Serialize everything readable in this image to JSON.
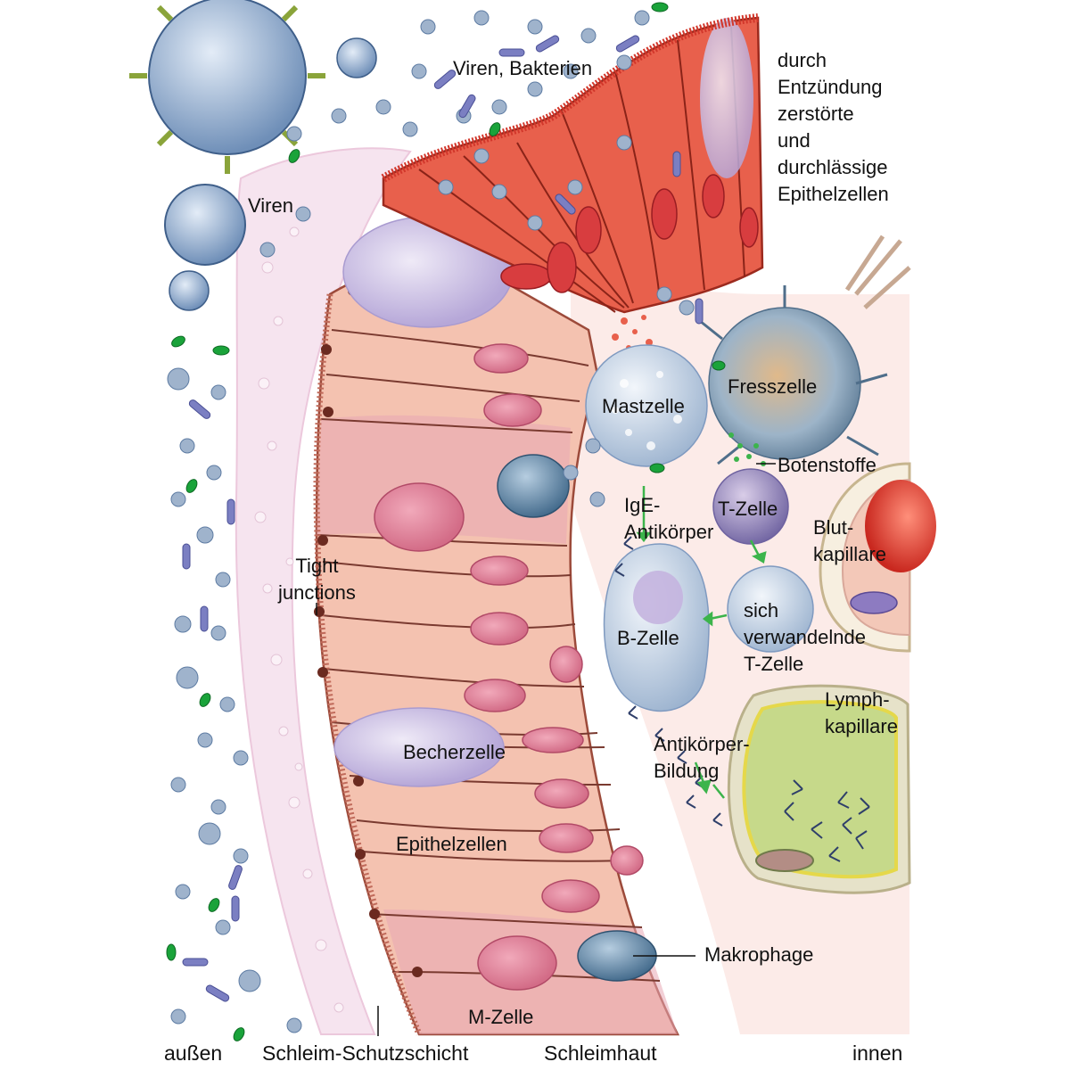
{
  "labels": {
    "viren_bakterien": "Viren, Bakterien",
    "viren": "Viren",
    "zerstoerte": "durch\nEntzündung\nzerstörte\nund\ndurchlässige\nEpithelzellen",
    "mastzelle": "Mastzelle",
    "fresszelle": "Fresszelle",
    "botenstoffe": "Botenstoffe",
    "ige": "IgE-\nAntikörper",
    "tzelle": "T-Zelle",
    "blutkapillare": "Blut-\nkapillare",
    "tight_junctions": "Tight\njunctions",
    "sich_verwandelnde": "sich\nverwandelnde\nT-Zelle",
    "bzelle": "B-Zelle",
    "lymphkapillare": "Lymph-\nkapillare",
    "becherzelle": "Becherzelle",
    "antikoerper_bildung": "Antikörper-\nBildung",
    "epithelzellen": "Epithelzellen",
    "makrophage": "Makrophage",
    "mzelle": "M-Zelle"
  },
  "bottom": {
    "aussen": "außen",
    "schleim": "Schleim-Schutzschicht",
    "schleimhaut": "Schleimhaut",
    "innen": "innen"
  },
  "colors": {
    "epithel": "#f4c2b0",
    "epithel_inflamed": "#e8604c",
    "nucleus": "#e68aa0",
    "mucus": "#f6e4ef",
    "immune_blue": "#9fb8d6",
    "bacteria_green": "#1aa33a",
    "lymph_green": "#c6d98a"
  }
}
